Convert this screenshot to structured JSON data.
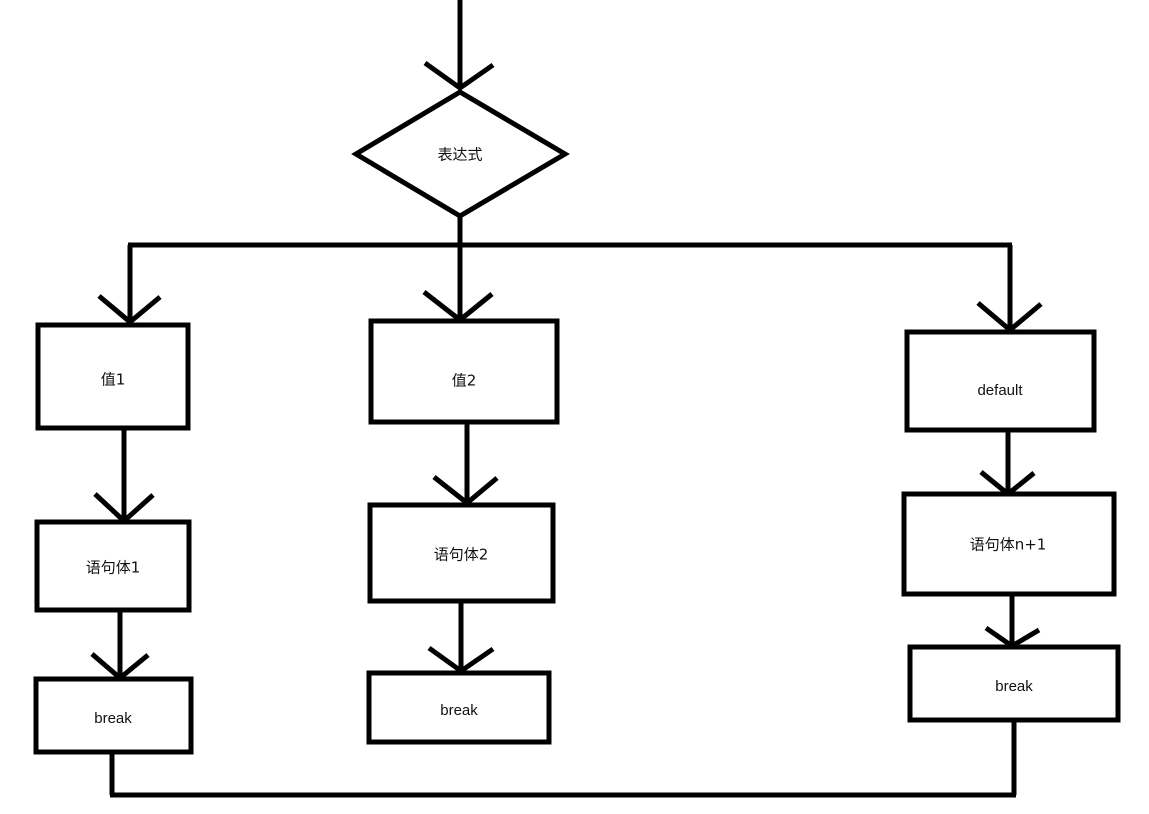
{
  "diagram": {
    "title": "switch statement flowchart",
    "colors": {
      "stroke": "#000000",
      "fill": "#ffffff",
      "text": "#111111",
      "background": "#ffffff"
    },
    "nodes": {
      "decision": {
        "label": "表达式",
        "shape": "diamond"
      },
      "case1_value": {
        "label": "值1",
        "shape": "rectangle"
      },
      "case2_value": {
        "label": "值2",
        "shape": "rectangle"
      },
      "default_value": {
        "label": "default",
        "shape": "rectangle"
      },
      "case1_body": {
        "label": "语句体1",
        "shape": "rectangle"
      },
      "case2_body": {
        "label": "语句体2",
        "shape": "rectangle"
      },
      "default_body": {
        "label": "语句体n+1",
        "shape": "rectangle"
      },
      "case1_break": {
        "label": "break",
        "shape": "rectangle"
      },
      "case2_break": {
        "label": "break",
        "shape": "rectangle"
      },
      "default_break": {
        "label": "break",
        "shape": "rectangle"
      }
    },
    "edges": [
      {
        "name": "entry-to-decision",
        "from": "entry",
        "to": "decision",
        "label": ""
      },
      {
        "name": "decision-to-case1",
        "from": "decision",
        "to": "case1_value",
        "label": ""
      },
      {
        "name": "decision-to-case2",
        "from": "decision",
        "to": "case2_value",
        "label": ""
      },
      {
        "name": "decision-to-default",
        "from": "decision",
        "to": "default_value",
        "label": ""
      },
      {
        "name": "case1-value-to-body",
        "from": "case1_value",
        "to": "case1_body",
        "label": ""
      },
      {
        "name": "case2-value-to-body",
        "from": "case2_value",
        "to": "case2_body",
        "label": ""
      },
      {
        "name": "default-value-to-body",
        "from": "default_value",
        "to": "default_body",
        "label": ""
      },
      {
        "name": "case1-body-to-break",
        "from": "case1_body",
        "to": "case1_break",
        "label": ""
      },
      {
        "name": "case2-body-to-break",
        "from": "case2_body",
        "to": "case2_break",
        "label": ""
      },
      {
        "name": "default-body-to-break",
        "from": "default_body",
        "to": "default_break",
        "label": ""
      },
      {
        "name": "case1-break-to-exit",
        "from": "case1_break",
        "to": "exit",
        "label": ""
      },
      {
        "name": "default-break-to-exit",
        "from": "default_break",
        "to": "exit",
        "label": ""
      }
    ]
  }
}
